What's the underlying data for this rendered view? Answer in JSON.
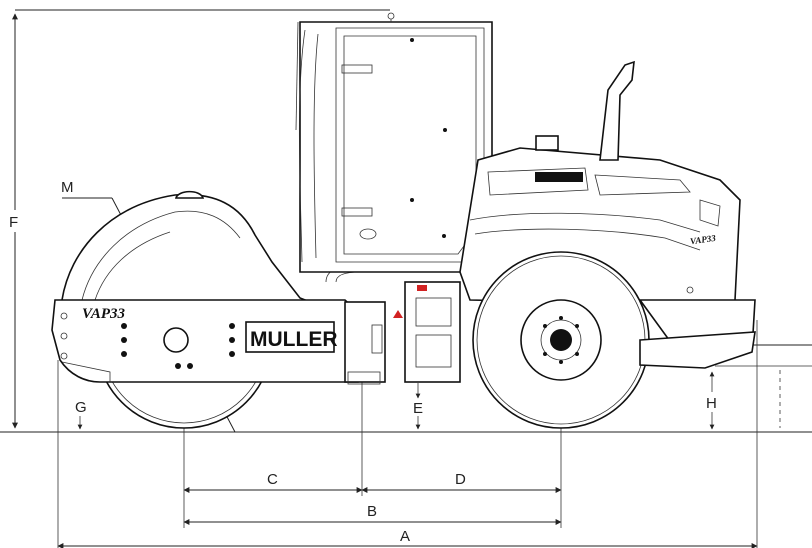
{
  "dimension_labels": {
    "a": "A",
    "b": "B",
    "c": "C",
    "d": "D",
    "e": "E",
    "f": "F",
    "g": "G",
    "h": "H",
    "m": "M"
  },
  "branding": {
    "side_plate_logo": "MULLER",
    "model_badge": "VAP33"
  },
  "colors": {
    "line": "#222222",
    "background": "#ffffff",
    "warning_marks": "#d22222"
  }
}
